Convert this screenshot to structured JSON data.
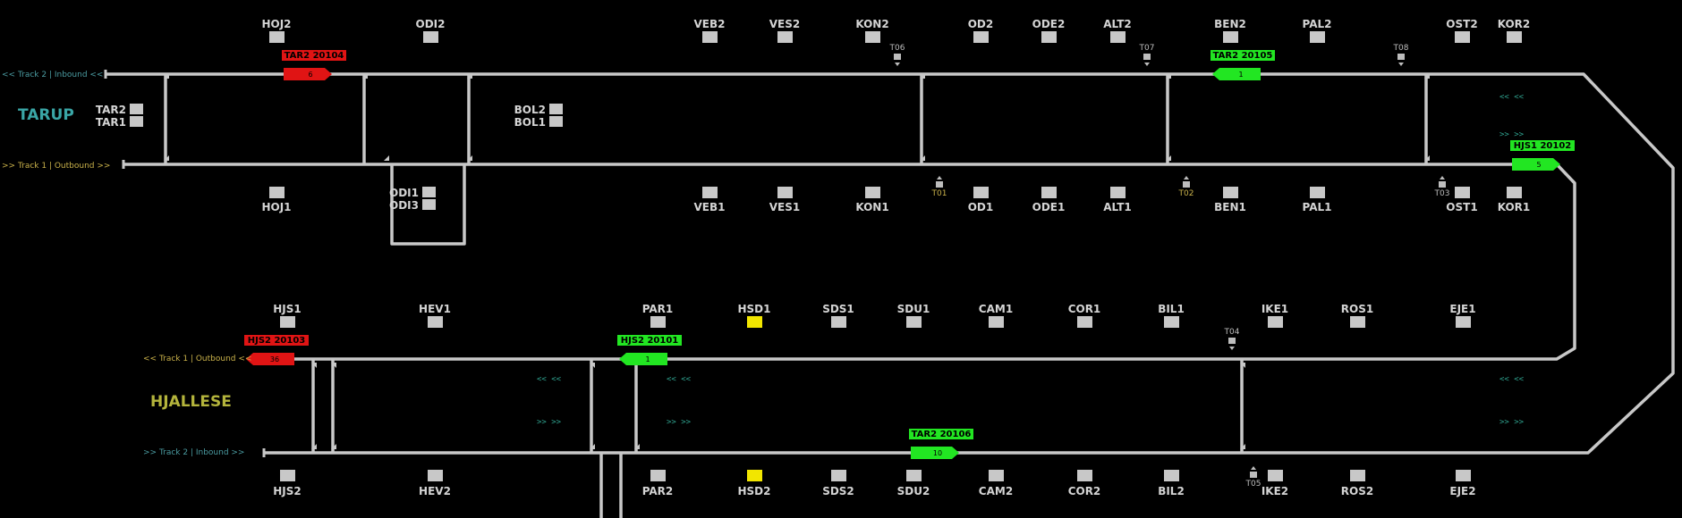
{
  "colors": {
    "background": "#000000",
    "track": "#c8c8c8",
    "signal_off": "#c8c8c8",
    "signal_on": "#f2e600",
    "train_green": "#22e622",
    "train_red": "#e01414",
    "track_label_teal": "#4a9aa0",
    "track_label_yellow": "#c9b14a",
    "station_tarup": "#3aa6a6",
    "station_hjallese": "#b4b43c"
  },
  "stations": {
    "tarup": "TARUP",
    "hjallese": "HJALLESE"
  },
  "track_labels": {
    "tarup_track2": "<< Track 2 | Inbound <<",
    "tarup_track1": ">> Track 1 | Outbound >>",
    "hjallese_track1": "<< Track 1 | Outbound <<",
    "hjallese_track2": ">> Track 2 | Inbound >>"
  },
  "direction_arrows": {
    "left": "<< <<",
    "right": ">> >>"
  },
  "signals": {
    "top_row": [
      "HOJ2",
      "ODI2",
      "VEB2",
      "VES2",
      "KON2",
      "OD2",
      "ODE2",
      "ALT2",
      "BEN2",
      "PAL2",
      "OST2",
      "KOR2"
    ],
    "upper_mid_row": [
      "HOJ1",
      "VEB1",
      "VES1",
      "KON1",
      "OD1",
      "ODE1",
      "ALT1",
      "BEN1",
      "PAL1",
      "OST1",
      "KOR1"
    ],
    "tarup_platforms": [
      "TAR2",
      "TAR1"
    ],
    "bolbro": [
      "BOL2",
      "BOL1"
    ],
    "odin": [
      "ODI1",
      "ODI3"
    ],
    "lower_top_row": [
      "HJS1",
      "HEV1",
      "PAR1",
      "HSD1",
      "SDS1",
      "SDU1",
      "CAM1",
      "COR1",
      "BIL1",
      "IKE1",
      "ROS1",
      "EJE1"
    ],
    "bottom_row": [
      "HJS2",
      "HEV2",
      "PAR2",
      "HSD2",
      "SDS2",
      "SDU2",
      "CAM2",
      "COR2",
      "BIL2",
      "IKE2",
      "ROS2",
      "EJE2"
    ],
    "lit": [
      "HSD1",
      "HSD2"
    ]
  },
  "transponders": [
    "T06",
    "T07",
    "T08",
    "T01",
    "T02",
    "T03",
    "T04",
    "T05"
  ],
  "trains": [
    {
      "name": "TAR2 20104",
      "number": "6",
      "status": "stopped",
      "heading": "right"
    },
    {
      "name": "TAR2 20105",
      "number": "1",
      "status": "moving",
      "heading": "left"
    },
    {
      "name": "HJS1 20102",
      "number": "5",
      "status": "moving",
      "heading": "right"
    },
    {
      "name": "HJS2 20103",
      "number": "36",
      "status": "stopped",
      "heading": "left"
    },
    {
      "name": "HJS2 20101",
      "number": "1",
      "status": "moving",
      "heading": "left"
    },
    {
      "name": "TAR2 20106",
      "number": "10",
      "status": "moving",
      "heading": "right"
    }
  ]
}
